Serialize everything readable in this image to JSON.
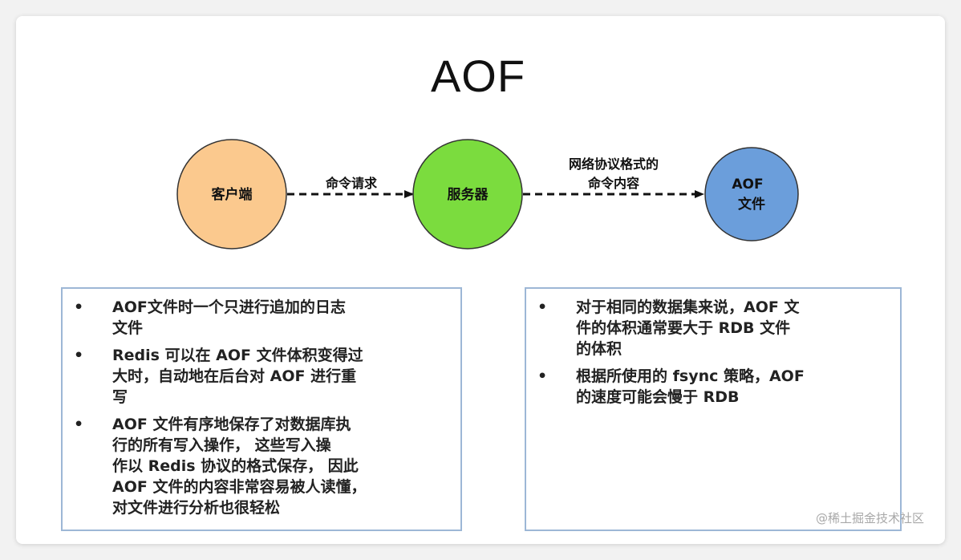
{
  "title": "AOF",
  "nodes": {
    "client": {
      "label": "客户端",
      "color": "#fbc98e"
    },
    "server": {
      "label": "服务器",
      "color": "#7bdc3e"
    },
    "aof_file": {
      "label_line1": "AOF",
      "label_line2": "文件",
      "color": "#6b9edb"
    }
  },
  "edges": {
    "request": {
      "label": "命令请求"
    },
    "protocol": {
      "label_line1": "网络协议格式的",
      "label_line2": "命令内容"
    }
  },
  "left_panel": {
    "items": [
      {
        "bullet": "•",
        "lines": [
          "AOF文件时一个只进行追加的日志",
          "文件"
        ]
      },
      {
        "bullet": "•",
        "lines": [
          "Redis 可以在 AOF 文件体积变得过",
          "大时，自动地在后台对 AOF 进行重",
          "写"
        ]
      },
      {
        "bullet": "•",
        "lines": [
          "AOF 文件有序地保存了对数据库执",
          "行的所有写入操作， 这些写入操",
          "作以 Redis 协议的格式保存， 因此",
          "AOF 文件的内容非常容易被人读懂，",
          "对文件进行分析也很轻松"
        ]
      }
    ]
  },
  "right_panel": {
    "items": [
      {
        "bullet": "•",
        "lines": [
          "对于相同的数据集来说，AOF 文",
          "件的体积通常要大于 RDB 文件",
          "的体积"
        ]
      },
      {
        "bullet": "•",
        "lines": [
          "根据所使用的 fsync 策略，AOF",
          "的速度可能会慢于 RDB"
        ]
      }
    ]
  },
  "watermark": "@稀土掘金技术社区"
}
